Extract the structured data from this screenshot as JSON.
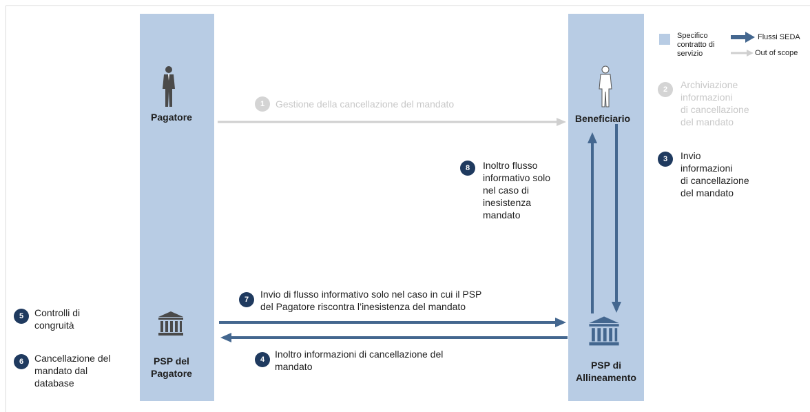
{
  "actors": {
    "pagatore": "Pagatore",
    "beneficiario": "Beneficiario",
    "psp_pagatore": "PSP del\nPagatore",
    "psp_allineamento": "PSP di\nAllineamento"
  },
  "legend": {
    "box_label": "Specifico\ncontratto di\nservizio",
    "flow_seda": "Flussi SEDA",
    "out_of_scope": "Out of scope"
  },
  "steps": [
    {
      "num": "1",
      "text": "Gestione della cancellazione del mandato",
      "muted": true
    },
    {
      "num": "2",
      "text": "Archiviazione\ninformazioni\ndi cancellazione\ndel mandato",
      "muted": true
    },
    {
      "num": "3",
      "text": "Invio\ninformazioni\ndi cancellazione\ndel mandato",
      "muted": false
    },
    {
      "num": "4",
      "text": "Inoltro informazioni di cancellazione del\nmandato",
      "muted": false
    },
    {
      "num": "5",
      "text": "Controlli di\ncongruità",
      "muted": false
    },
    {
      "num": "6",
      "text": "Cancellazione del\nmandato dal\ndatabase",
      "muted": false
    },
    {
      "num": "7",
      "text": "Invio di flusso informativo solo nel caso in cui il PSP\ndel Pagatore riscontra l’inesistenza del mandato",
      "muted": false
    },
    {
      "num": "8",
      "text": "Inoltro flusso\ninformativo solo\nnel caso di\ninesistenza\nmandato",
      "muted": false
    }
  ],
  "colors": {
    "column": "#b8cce4",
    "seda_arrow": "#44678f",
    "muted_arrow": "#cfcfcf",
    "badge": "#1f3a5f"
  },
  "icons": {
    "person": "person-icon",
    "bank": "bank-icon"
  }
}
